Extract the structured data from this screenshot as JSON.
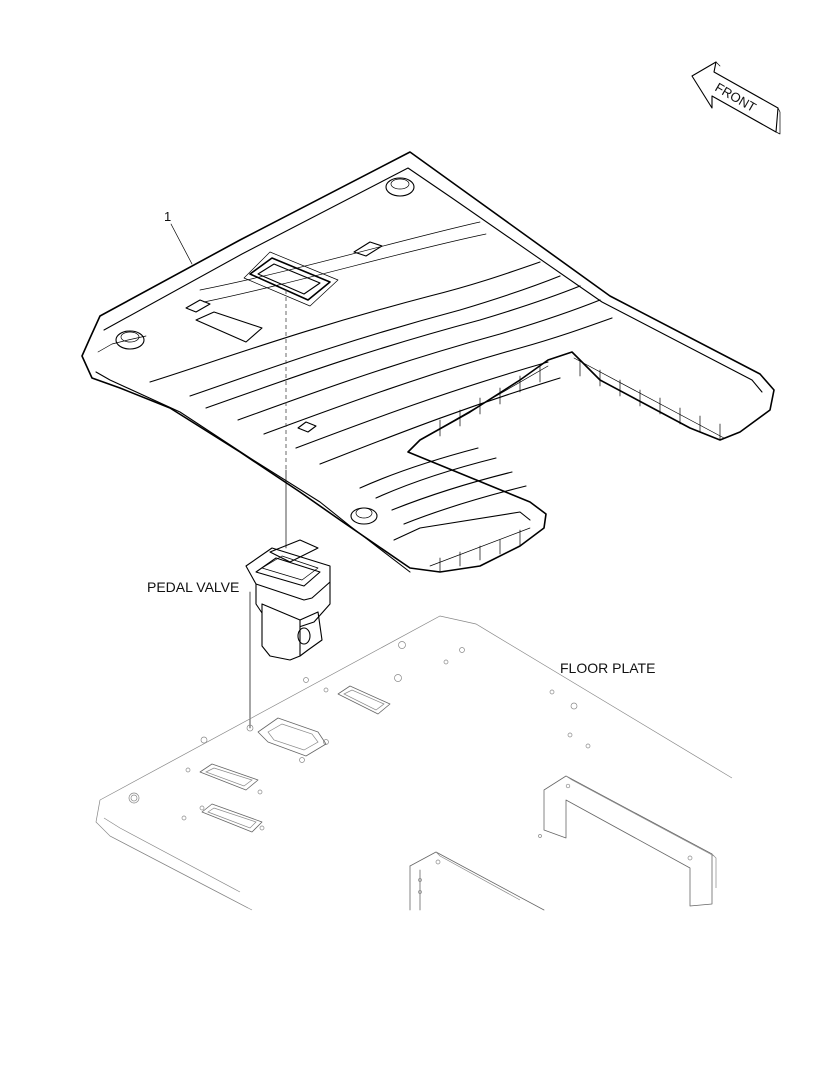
{
  "labels": {
    "callout_number": "1",
    "pedal_valve": "PEDAL VALVE",
    "floor_plate": "FLOOR PLATE",
    "front_arrow": "FRONT"
  },
  "icons": [
    "front-direction-arrow-icon"
  ]
}
